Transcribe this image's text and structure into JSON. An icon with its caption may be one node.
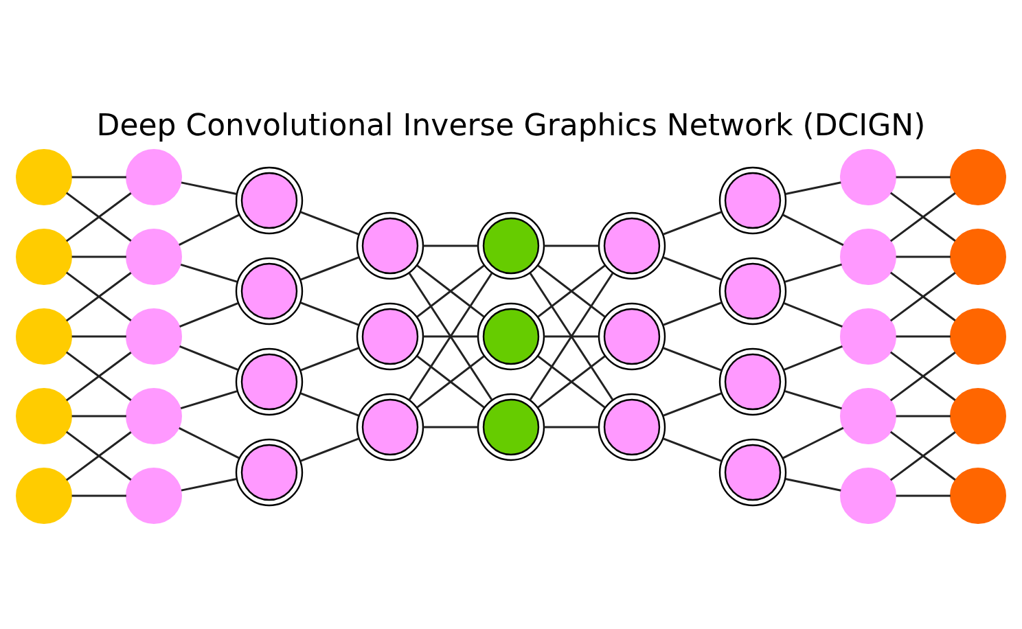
{
  "diagram": {
    "title": "Deep Convolutional Inverse Graphics Network (DCIGN)",
    "nodes": [
      {
        "text": [],
        "shape": "circle"
      },
      {
        "text": [],
        "shape": "circle"
      },
      {
        "text": [],
        "shape": "circle"
      },
      {
        "text": [],
        "shape": "circle"
      },
      {
        "text": [],
        "shape": "circle"
      },
      {
        "text": [],
        "shape": "circle"
      },
      {
        "text": [],
        "shape": "circle"
      },
      {
        "text": [],
        "shape": "circle"
      },
      {
        "text": [],
        "shape": "circle"
      },
      {
        "text": [],
        "shape": "circle"
      },
      {
        "text": [],
        "shape": "circle"
      },
      {
        "text": [],
        "shape": "circle"
      },
      {
        "text": [],
        "shape": "circle"
      },
      {
        "text": [],
        "shape": "circle"
      },
      {
        "text": [],
        "shape": "circle"
      },
      {
        "text": [],
        "shape": "circle"
      },
      {
        "text": [],
        "shape": "circle"
      },
      {
        "text": [],
        "shape": "circle"
      },
      {
        "text": [],
        "shape": "circle"
      },
      {
        "text": [],
        "shape": "circle"
      },
      {
        "text": [],
        "shape": "circle"
      },
      {
        "text": [],
        "shape": "circle"
      },
      {
        "text": [],
        "shape": "circle"
      },
      {
        "text": [],
        "shape": "circle"
      },
      {
        "text": [],
        "shape": "circle"
      },
      {
        "text": [],
        "shape": "circle"
      },
      {
        "text": [],
        "shape": "circle"
      },
      {
        "text": [],
        "shape": "circle"
      },
      {
        "text": [],
        "shape": "circle"
      },
      {
        "text": [],
        "shape": "circle"
      },
      {
        "text": [],
        "shape": "circle"
      },
      {
        "text": [],
        "shape": "circle"
      },
      {
        "text": [],
        "shape": "circle"
      },
      {
        "text": [],
        "shape": "circle"
      },
      {
        "text": [],
        "shape": "circle"
      },
      {
        "text": [],
        "shape": "circle"
      },
      {
        "text": [],
        "shape": "circle"
      }
    ],
    "edges": [
      {
        "from": 0,
        "to": 5,
        "arrow": "none"
      },
      {
        "from": 0,
        "to": 6,
        "arrow": "none"
      },
      {
        "from": 1,
        "to": 5,
        "arrow": "none"
      },
      {
        "from": 1,
        "to": 6,
        "arrow": "none"
      },
      {
        "from": 1,
        "to": 7,
        "arrow": "none"
      },
      {
        "from": 2,
        "to": 6,
        "arrow": "none"
      },
      {
        "from": 2,
        "to": 7,
        "arrow": "none"
      },
      {
        "from": 2,
        "to": 8,
        "arrow": "none"
      },
      {
        "from": 3,
        "to": 7,
        "arrow": "none"
      },
      {
        "from": 3,
        "to": 8,
        "arrow": "none"
      },
      {
        "from": 3,
        "to": 9,
        "arrow": "none"
      },
      {
        "from": 4,
        "to": 8,
        "arrow": "none"
      },
      {
        "from": 4,
        "to": 9,
        "arrow": "none"
      },
      {
        "from": 5,
        "to": 10,
        "arrow": "none"
      },
      {
        "from": 6,
        "to": 10,
        "arrow": "none"
      },
      {
        "from": 6,
        "to": 11,
        "arrow": "none"
      },
      {
        "from": 7,
        "to": 11,
        "arrow": "none"
      },
      {
        "from": 7,
        "to": 12,
        "arrow": "none"
      },
      {
        "from": 8,
        "to": 12,
        "arrow": "none"
      },
      {
        "from": 8,
        "to": 13,
        "arrow": "none"
      },
      {
        "from": 9,
        "to": 13,
        "arrow": "none"
      },
      {
        "from": 10,
        "to": 14,
        "arrow": "none"
      },
      {
        "from": 11,
        "to": 14,
        "arrow": "none"
      },
      {
        "from": 11,
        "to": 15,
        "arrow": "none"
      },
      {
        "from": 12,
        "to": 15,
        "arrow": "none"
      },
      {
        "from": 12,
        "to": 16,
        "arrow": "none"
      },
      {
        "from": 13,
        "to": 16,
        "arrow": "none"
      },
      {
        "from": 14,
        "to": 17,
        "arrow": "none"
      },
      {
        "from": 14,
        "to": 18,
        "arrow": "none"
      },
      {
        "from": 14,
        "to": 19,
        "arrow": "none"
      },
      {
        "from": 15,
        "to": 17,
        "arrow": "none"
      },
      {
        "from": 15,
        "to": 18,
        "arrow": "none"
      },
      {
        "from": 15,
        "to": 19,
        "arrow": "none"
      },
      {
        "from": 16,
        "to": 17,
        "arrow": "none"
      },
      {
        "from": 16,
        "to": 18,
        "arrow": "none"
      },
      {
        "from": 16,
        "to": 19,
        "arrow": "none"
      },
      {
        "from": 17,
        "to": 20,
        "arrow": "none"
      },
      {
        "from": 17,
        "to": 21,
        "arrow": "none"
      },
      {
        "from": 17,
        "to": 22,
        "arrow": "none"
      },
      {
        "from": 18,
        "to": 20,
        "arrow": "none"
      },
      {
        "from": 18,
        "to": 21,
        "arrow": "none"
      },
      {
        "from": 18,
        "to": 22,
        "arrow": "none"
      },
      {
        "from": 19,
        "to": 20,
        "arrow": "none"
      },
      {
        "from": 19,
        "to": 21,
        "arrow": "none"
      },
      {
        "from": 19,
        "to": 22,
        "arrow": "none"
      },
      {
        "from": 20,
        "to": 23,
        "arrow": "none"
      },
      {
        "from": 20,
        "to": 24,
        "arrow": "none"
      },
      {
        "from": 21,
        "to": 24,
        "arrow": "none"
      },
      {
        "from": 21,
        "to": 25,
        "arrow": "none"
      },
      {
        "from": 22,
        "to": 25,
        "arrow": "none"
      },
      {
        "from": 22,
        "to": 26,
        "arrow": "none"
      },
      {
        "from": 23,
        "to": 27,
        "arrow": "none"
      },
      {
        "from": 23,
        "to": 28,
        "arrow": "none"
      },
      {
        "from": 24,
        "to": 28,
        "arrow": "none"
      },
      {
        "from": 24,
        "to": 29,
        "arrow": "none"
      },
      {
        "from": 25,
        "to": 29,
        "arrow": "none"
      },
      {
        "from": 25,
        "to": 30,
        "arrow": "none"
      },
      {
        "from": 26,
        "to": 30,
        "arrow": "none"
      },
      {
        "from": 26,
        "to": 31,
        "arrow": "none"
      },
      {
        "from": 27,
        "to": 32,
        "arrow": "none"
      },
      {
        "from": 27,
        "to": 33,
        "arrow": "none"
      },
      {
        "from": 28,
        "to": 32,
        "arrow": "none"
      },
      {
        "from": 28,
        "to": 33,
        "arrow": "none"
      },
      {
        "from": 28,
        "to": 34,
        "arrow": "none"
      },
      {
        "from": 29,
        "to": 33,
        "arrow": "none"
      },
      {
        "from": 29,
        "to": 34,
        "arrow": "none"
      },
      {
        "from": 29,
        "to": 35,
        "arrow": "none"
      },
      {
        "from": 30,
        "to": 34,
        "arrow": "none"
      },
      {
        "from": 30,
        "to": 35,
        "arrow": "none"
      },
      {
        "from": 30,
        "to": 36,
        "arrow": "none"
      },
      {
        "from": 31,
        "to": 35,
        "arrow": "none"
      },
      {
        "from": 31,
        "to": 36,
        "arrow": "none"
      }
    ]
  }
}
